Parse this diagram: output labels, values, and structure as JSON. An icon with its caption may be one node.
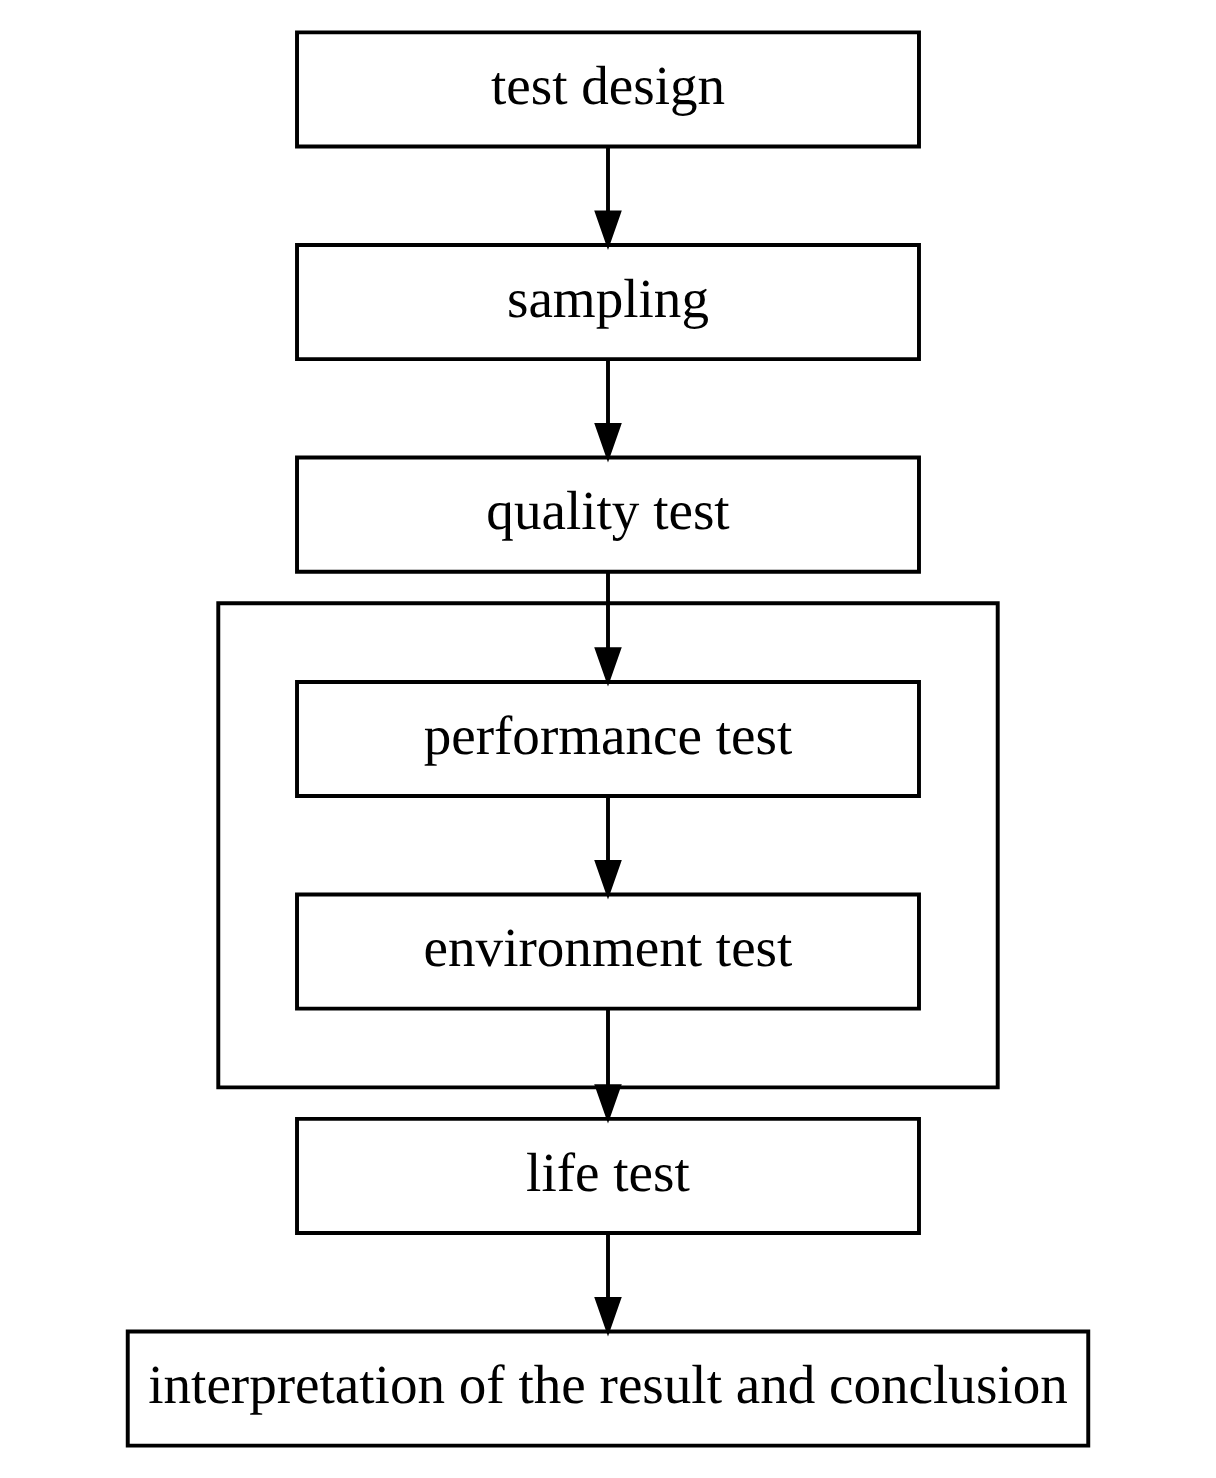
{
  "diagram": {
    "nodes": [
      {
        "text": [
          "test design"
        ]
      },
      {
        "text": [
          "sampling"
        ]
      },
      {
        "text": [
          "quality test"
        ]
      },
      {
        "text": [],
        "shape": "box"
      },
      {
        "text": [
          "performance test"
        ],
        "in": 3
      },
      {
        "text": [
          "environment test"
        ],
        "in": 3
      },
      {
        "text": [
          "life test"
        ]
      },
      {
        "text": [
          "interpretation of the result and conclusion"
        ]
      }
    ],
    "edges": [
      {
        "from": 0,
        "to": 1,
        "arrow": "to"
      },
      {
        "from": 1,
        "to": 2,
        "arrow": "to"
      },
      {
        "from": 2,
        "to": 4,
        "arrow": "to"
      },
      {
        "from": 4,
        "to": 5,
        "arrow": "to"
      },
      {
        "from": 5,
        "to": 6,
        "arrow": "to"
      },
      {
        "from": 6,
        "to": 7,
        "arrow": "to"
      }
    ]
  }
}
